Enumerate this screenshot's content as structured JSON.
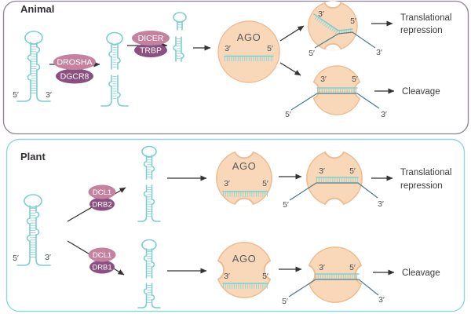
{
  "figure": {
    "labels": {
      "five_prime": "5′",
      "three_prime": "3′"
    },
    "animal": {
      "title": "Animal",
      "enzyme1_top": "DROSHA",
      "enzyme1_bottom": "DGCR8",
      "enzyme2_top": "DICER",
      "enzyme2_bottom": "TRBP",
      "ago": "AGO",
      "outcome_repression_line1": "Translational",
      "outcome_repression_line2": "repression",
      "outcome_cleavage": "Cleavage"
    },
    "plant": {
      "title": "Plant",
      "enzyme_top_pair_top": "DCL1",
      "enzyme_top_pair_bottom": "DRB2",
      "enzyme_bottom_pair_top": "DCL1",
      "enzyme_bottom_pair_bottom": "DRB1",
      "ago": "AGO",
      "outcome_repression_line1": "Translational",
      "outcome_repression_line2": "repression",
      "outcome_cleavage": "Cleavage"
    }
  },
  "colors": {
    "rna": "#7ccfd0",
    "rna_comb": "#96d7d2",
    "enzyme_top": "#c5829f",
    "enzyme_bottom": "#8c5080",
    "ago_fill": "#f8d8b9",
    "ago_stroke": "#eebc93",
    "mrna": "#4f7f8d",
    "arrow": "#333333",
    "text": "#3a3a3a",
    "label": "#4f4f4f",
    "panel_animal": "#8d8191",
    "panel_plant": "#8ed7dc"
  }
}
